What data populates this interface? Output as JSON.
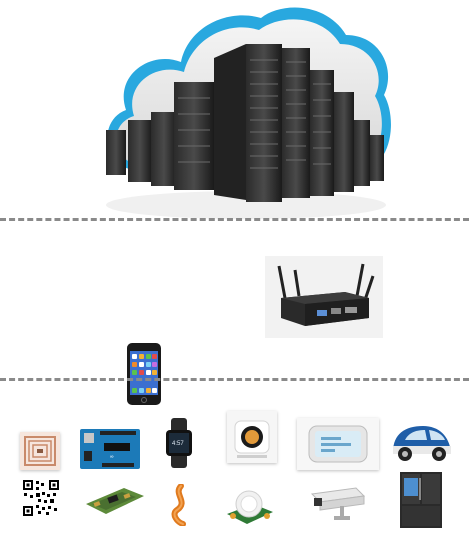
{
  "diagram": {
    "tiers": [
      "cloud",
      "edge",
      "devices"
    ],
    "cloud_image": "cloud-datacenter-icon",
    "gateway_image": "edge-gateway-icon",
    "mobile_image": "smartphone-icon",
    "device_images": [
      "rfid-tag-icon",
      "arduino-board-icon",
      "smartwatch-icon",
      "smart-alarm-icon",
      "thermostat-icon",
      "smart-car-icon",
      "qr-code-icon",
      "sensor-board-icon",
      "flexible-circuit-icon",
      "pir-motion-sensor-icon",
      "security-camera-icon",
      "smart-fridge-icon"
    ],
    "colors": {
      "cloud_outline": "#29a8df",
      "cloud_fill": "#e9e9e9",
      "server_dark": "#1e1e1e",
      "divider": "#8a8a8a"
    }
  }
}
